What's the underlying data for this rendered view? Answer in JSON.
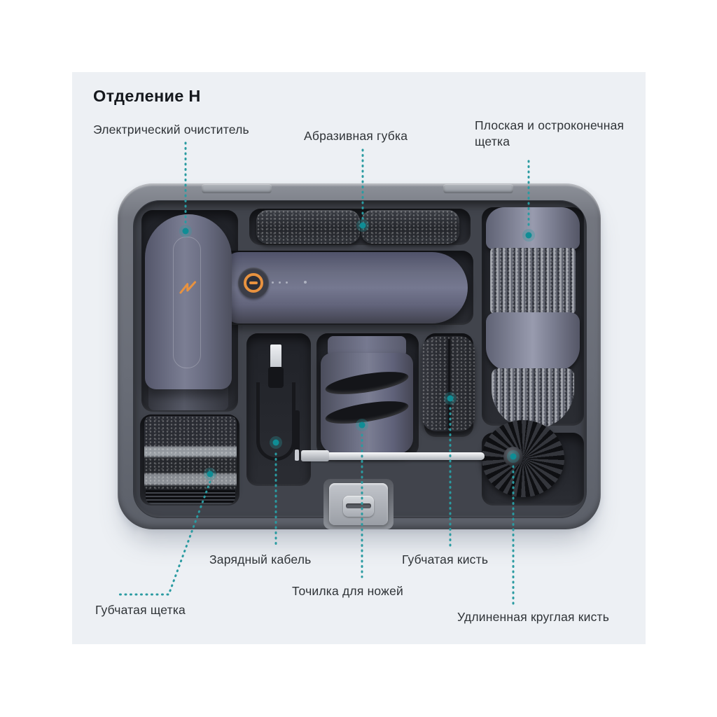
{
  "title": "Отделение H",
  "labels": [
    {
      "id": "electric-cleaner",
      "text": "Электрический очиститель"
    },
    {
      "id": "abrasive-sponge",
      "text": "Абразивная губка"
    },
    {
      "id": "flat-pointed-brush",
      "text": "Плоская и остроконечная щетка"
    },
    {
      "id": "charging-cable",
      "text": "Зарядный кабель"
    },
    {
      "id": "knife-sharpener",
      "text": "Точилка для ножей"
    },
    {
      "id": "sponge-brush-kist",
      "text": "Губчатая кисть"
    },
    {
      "id": "sponge-brush-shchetka",
      "text": "Губчатая щетка"
    },
    {
      "id": "long-round-brush",
      "text": "Удлиненная  круглая кисть"
    }
  ],
  "icons": {
    "power_button": "orange-ring-with-dash",
    "brand_logo": "orange-zigzag-monogram",
    "callout_dot": "teal-glow-dot"
  },
  "colors": {
    "page_background": "#FFFFFF",
    "panel_background": "#EDF0F4",
    "title_text": "#15181D",
    "label_text": "#2F3337",
    "accent_teal": "#2A9BA1",
    "accent_teal_dot": "#0F8D95",
    "accent_orange": "#E8923F",
    "case_outer": "#696D77",
    "case_tray": "#41444C",
    "compartment": "#26282E",
    "device_body": "#6E7186"
  }
}
